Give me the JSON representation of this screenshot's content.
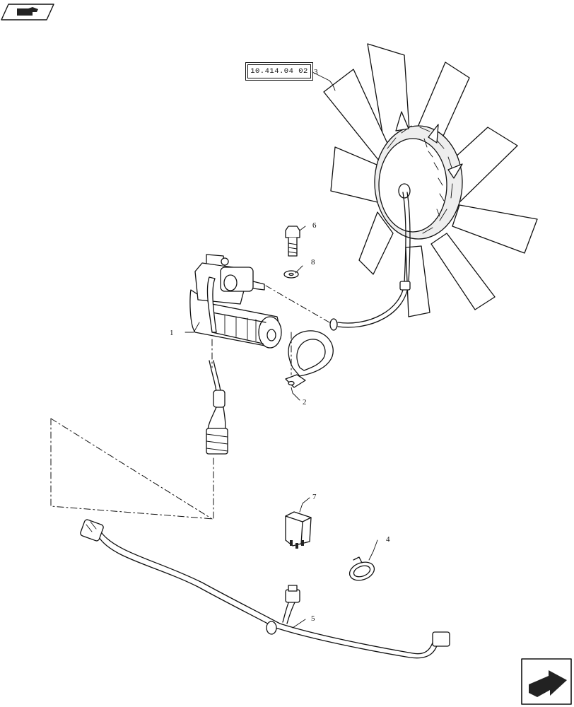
{
  "reference": {
    "label": "10.414.04 02"
  },
  "callouts": {
    "motor": "1",
    "clamp": "2",
    "fan": "3",
    "hose_clamp": "4",
    "harness": "5",
    "bolt": "6",
    "relay": "7",
    "washer": "8"
  },
  "icons": {
    "top_left": "hand-pointing-icon",
    "bottom_right": "next-page-arrow-icon"
  }
}
